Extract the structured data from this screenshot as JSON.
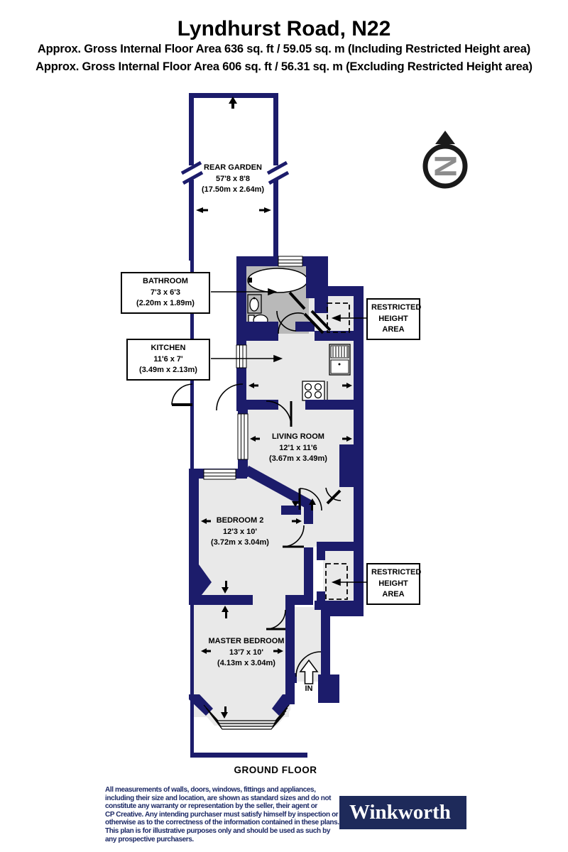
{
  "header": {
    "title": "Lyndhurst Road, N22",
    "area_line_1": "Approx. Gross Internal Floor Area 636 sq. ft / 59.05 sq. m (Including Restricted Height area)",
    "area_line_2": "Approx. Gross Internal Floor Area 606 sq. ft / 56.31 sq. m (Excluding Restricted Height area)"
  },
  "compass": {
    "north_letter": "N"
  },
  "plan": {
    "floor_label": "GROUND FLOOR",
    "entrance_label": "IN",
    "rear_garden": {
      "name": "REAR GARDEN",
      "size_imperial": "57'8 x 8'8",
      "size_metric": "(17.50m x 2.64m)"
    },
    "bathroom": {
      "name": "BATHROOM",
      "size_imperial": "7'3 x 6'3",
      "size_metric": "(2.20m x 1.89m)"
    },
    "kitchen": {
      "name": "KITCHEN",
      "size_imperial": "11'6 x 7'",
      "size_metric": "(3.49m x 2.13m)"
    },
    "living_room": {
      "name": "LIVING ROOM",
      "size_imperial": "12'1 x 11'6",
      "size_metric": "(3.67m x 3.49m)"
    },
    "bedroom_2": {
      "name": "BEDROOM 2",
      "size_imperial": "12'3 x 10'",
      "size_metric": "(3.72m x 3.04m)"
    },
    "master_bedroom": {
      "name": "MASTER BEDROOM",
      "size_imperial": "13'7 x 10'",
      "size_metric": "(4.13m x 3.04m)"
    },
    "restricted_area_1": {
      "line1": "RESTRICTED",
      "line2": "HEIGHT",
      "line3": "AREA"
    },
    "restricted_area_2": {
      "line1": "RESTRICTED",
      "line2": "HEIGHT",
      "line3": "AREA"
    }
  },
  "footer": {
    "disclaimer_lines": [
      "All measurements of walls, doors, windows, fittings and appliances,",
      "including their size and location, are shown as standard sizes and do not",
      "constitute any warranty or representation by the seller, their agent or",
      "CP Creative. Any intending purchaser must satisfy himself by inspection or",
      "otherwise as to the correctness of the information contained in these plans.",
      "This plan is for illustrative purposes only and should be used as such by",
      "any prospective purchasers."
    ],
    "brand": "Winkworth"
  },
  "colors": {
    "wall_navy": "#1c1c6b",
    "room_fill": "#e9e9e9",
    "bathroom_fill": "#b9b9b9",
    "text_navy": "#1d2a66",
    "brand_bg": "#1e2a5a",
    "compass_ring": "#1a1a1a",
    "compass_letter": "#8c8c8c"
  }
}
